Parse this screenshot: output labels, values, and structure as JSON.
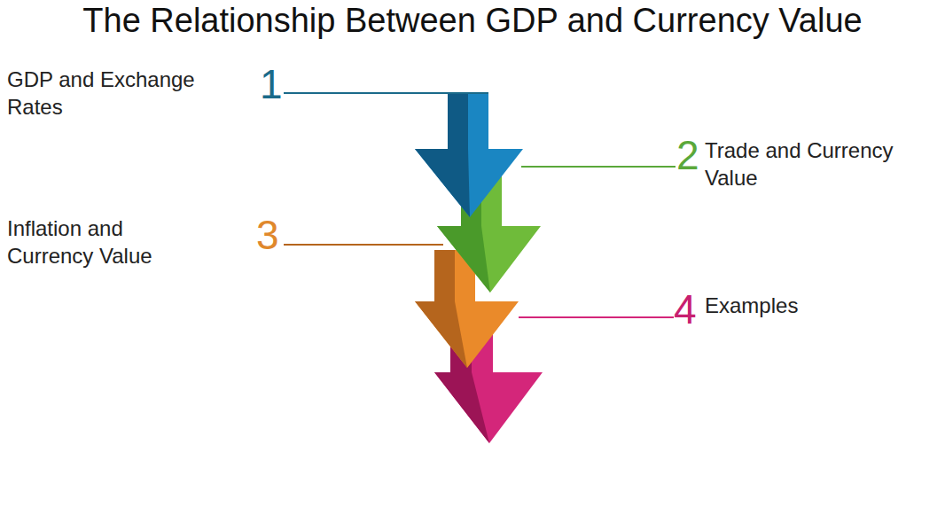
{
  "diagram": {
    "title": "The Relationship Between GDP and Currency Value",
    "labels": [
      "1",
      "GDP and Exchange Rates",
      "2",
      "Trade and Currency Value",
      "3",
      "Inflation and Currency Value",
      "4",
      "Examples"
    ]
  }
}
